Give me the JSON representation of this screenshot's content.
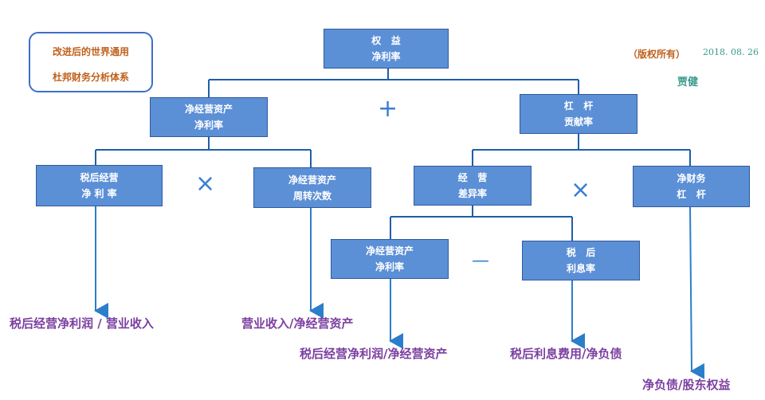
{
  "title": {
    "line1": "改进后的世界通用",
    "line2": "杜邦财务分析体系"
  },
  "meta": {
    "copyright": "（版权所有）",
    "date": "2018. 08. 26",
    "author": "贾健",
    "copyright_color": "#c0601a",
    "date_color": "#3a9a8c",
    "author_color": "#3a9a8c"
  },
  "nodes": {
    "root": {
      "line1": "权   益",
      "line2": "净利率"
    },
    "nwa_return": {
      "line1": "净经营资产",
      "line2": "净利率"
    },
    "leverage_contrib": {
      "line1": "杠   杆",
      "line2": "贡献率"
    },
    "after_tax_margin": {
      "line1": "税后经营",
      "line2": "净 利 率"
    },
    "nwa_turnover": {
      "line1": "净经营资产",
      "line2": "周转次数"
    },
    "spread": {
      "line1": "经   营",
      "line2": "差异率"
    },
    "net_leverage": {
      "line1": "净财务",
      "line2": "杠   杆"
    },
    "nwa_return2": {
      "line1": "净经营资产",
      "line2": "净利率"
    },
    "after_tax_interest": {
      "line1": "税   后",
      "line2": "利息率"
    }
  },
  "operators": {
    "plus": "+",
    "times1": "×",
    "times2": "×",
    "minus": "—"
  },
  "leaves": {
    "l1": "税后经营净利润  /  营业收入",
    "l2": "营业收入/净经营资产",
    "l3": "税后经营净利润/净经营资产",
    "l4": "税后利息费用/净负债",
    "l5": "净负债/股东权益"
  },
  "colors": {
    "node_fill": "#5b8fd6",
    "connector": "#1f5fa8",
    "arrow": "#2b7ec9",
    "leaf_text": "#7b3fa0",
    "operator": "#3b7fd0"
  }
}
